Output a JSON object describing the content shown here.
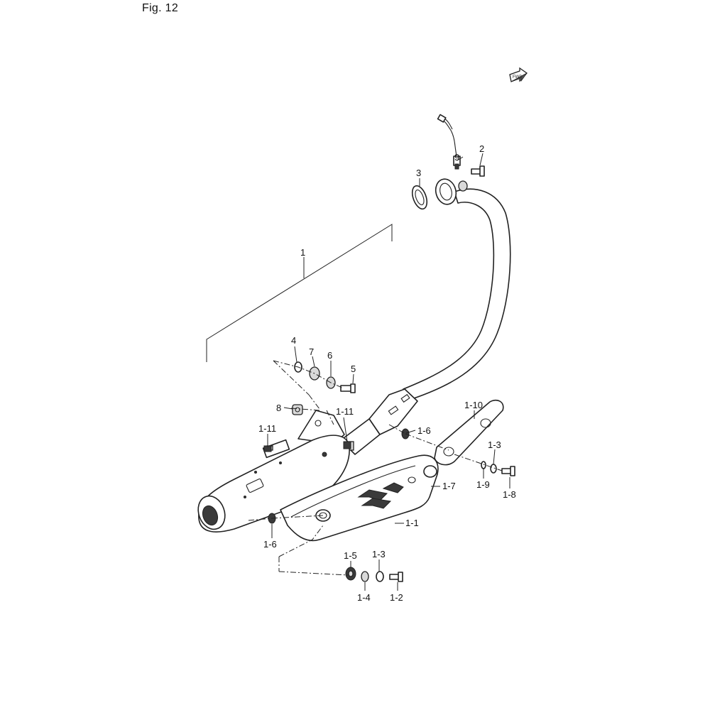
{
  "figure": {
    "title": "Fig. 12"
  },
  "direction_marker": {
    "icon": "fwd-arrow-icon",
    "text": "FWD"
  },
  "callouts": {
    "c1": "1",
    "c2": "2",
    "c3": "3",
    "c4": "4",
    "c5": "5",
    "c6": "6",
    "c7": "7",
    "c8": "8",
    "c9": "9",
    "c1_1": "1-1",
    "c1_2": "1-2",
    "c1_3a": "1-3",
    "c1_3b": "1-3",
    "c1_4": "1-4",
    "c1_5": "1-5",
    "c1_6a": "1-6",
    "c1_6b": "1-6",
    "c1_7": "1-7",
    "c1_8": "1-8",
    "c1_9": "1-9",
    "c1_10": "1-10",
    "c1_11a": "1-11",
    "c1_11b": "1-11"
  }
}
